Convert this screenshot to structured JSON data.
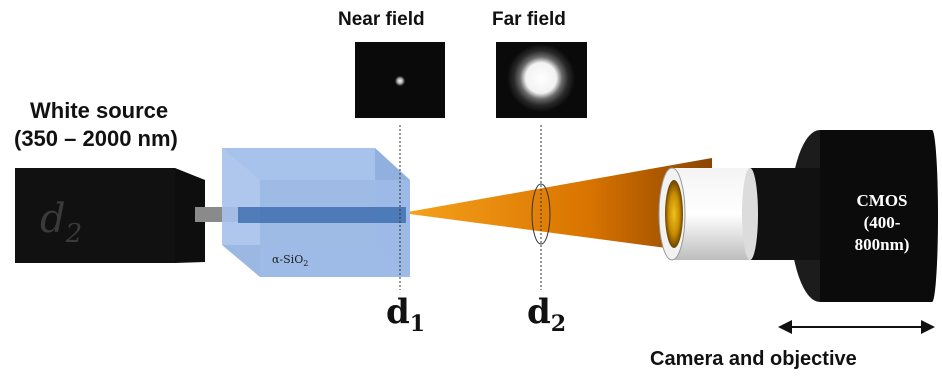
{
  "labels": {
    "near_field": "Near field",
    "far_field": "Far field",
    "white_source_line1": "White source",
    "white_source_line2": "(350 – 2000 nm)",
    "source_faded": "d",
    "source_faded_sub": "2",
    "sample": "α-SiO",
    "sample_sub": "2",
    "d1": "d",
    "d1_sub": "1",
    "d2": "d",
    "d2_sub": "2",
    "cmos_line1": "CMOS",
    "cmos_line2": "(400-",
    "cmos_line3": "800nm)",
    "camera_caption": "Camera and objective"
  },
  "colors": {
    "source_box": "#111111",
    "sample_glass": "#9dbbe6",
    "fiber": "#3f6fb0",
    "beam_start": "#f29600",
    "beam_end": "#a14f00",
    "camera_body": "#0b0b0b",
    "lens_ring": "#e8e8e8",
    "lens_glass": "#d9a400",
    "inset_bg": "#0a0a0a"
  },
  "icons": {
    "arrow": "double-headed-arrow"
  }
}
